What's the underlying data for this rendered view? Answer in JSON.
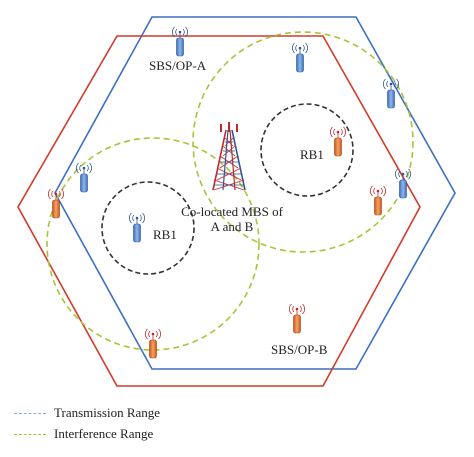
{
  "labels": {
    "sbs_op_a": "SBS/OP-A",
    "sbs_op_b": "SBS/OP-B",
    "rb1_right": "RB1",
    "rb1_left": "RB1",
    "mbs_line1": "Co-located MBS of",
    "mbs_line2": "A and B"
  },
  "legend": {
    "transmission": "Transmission Range",
    "interference": "Interference Range"
  },
  "colors": {
    "operator_a": "#3d6fc2",
    "operator_b": "#d23a2a",
    "interference": "#a8c43a",
    "transmission_legend": "#7fb3e6",
    "rb_circle": "#333333",
    "sbs_a_fill": "#6b9bd8",
    "sbs_b_fill": "#e8833a"
  },
  "icons": {
    "tower": "macro-base-station-icon",
    "small_cell": "small-base-station-icon"
  }
}
